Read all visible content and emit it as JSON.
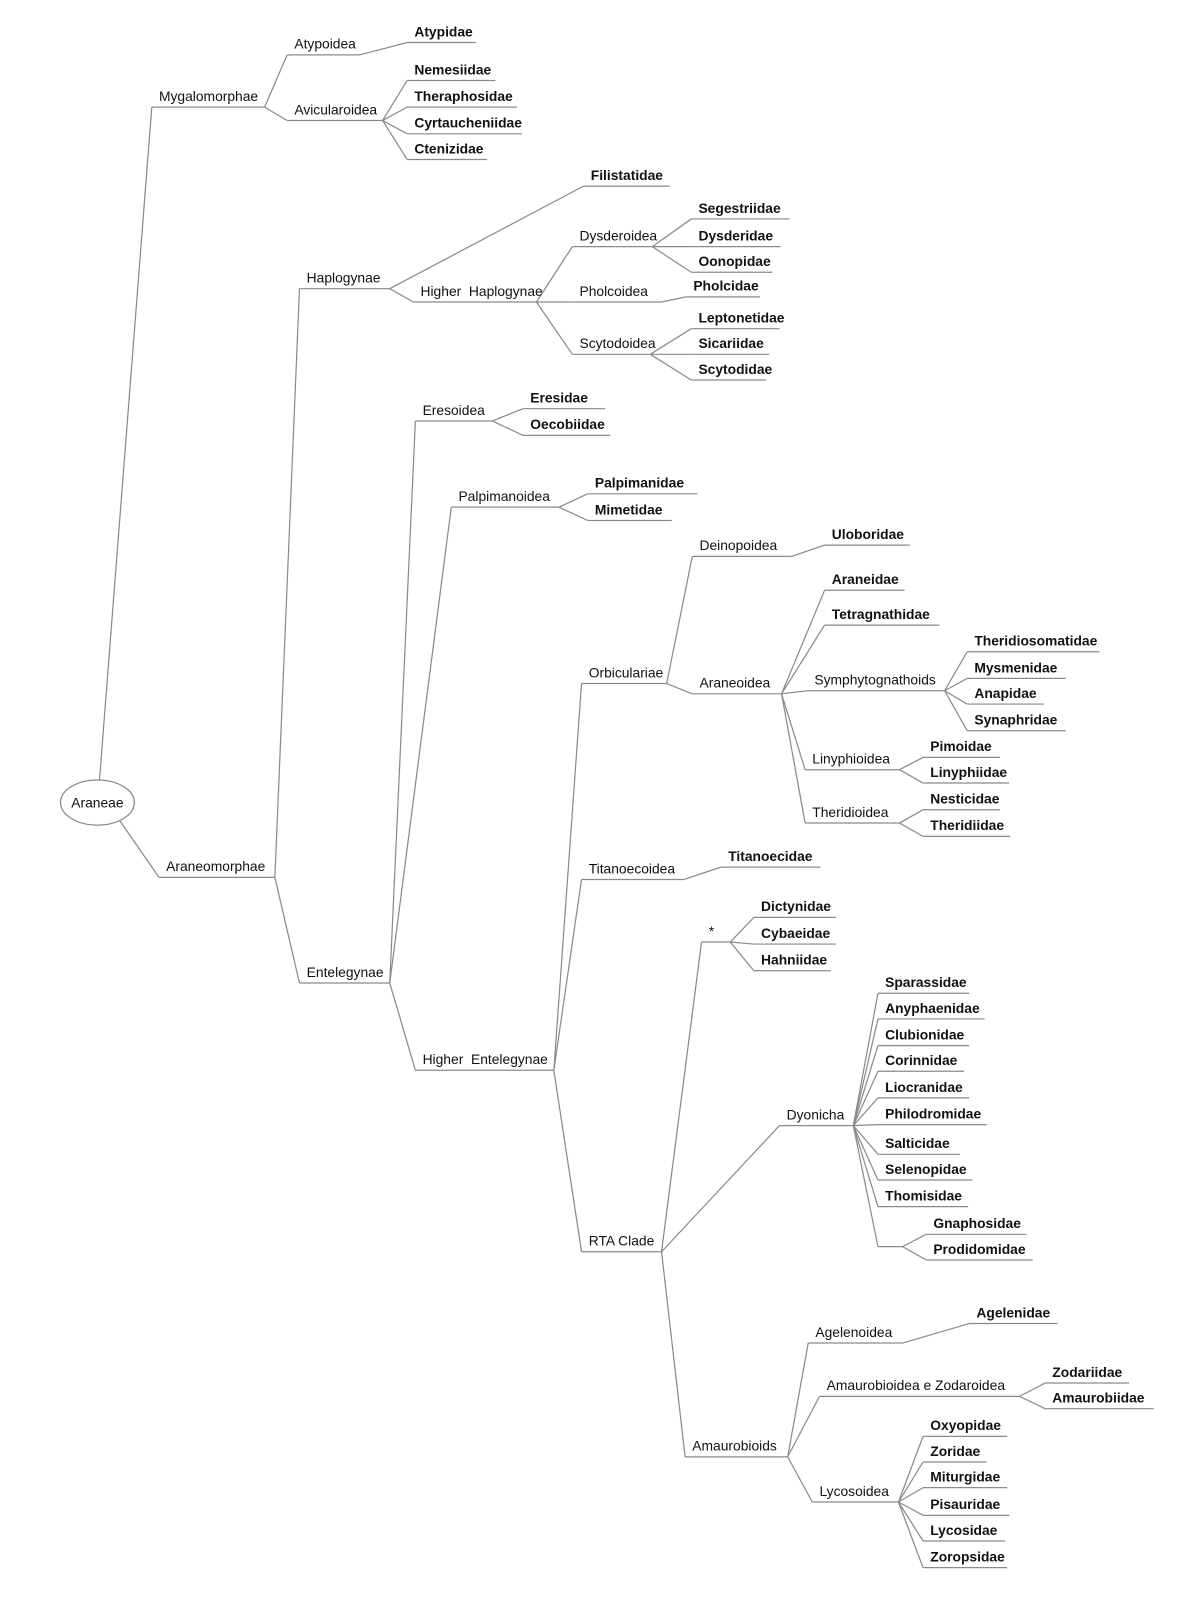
{
  "tree": {
    "label": "Araneae",
    "kind": "root",
    "children": [
      {
        "label": "Mygalomorphae",
        "children": [
          {
            "label": "Atypoidea",
            "children": [
              {
                "label": "Atypidae",
                "kind": "family"
              }
            ]
          },
          {
            "label": "Avicularoidea",
            "children": [
              {
                "label": "Nemesiidae",
                "kind": "family"
              },
              {
                "label": "Theraphosidae",
                "kind": "family"
              },
              {
                "label": "Cyrtaucheniidae",
                "kind": "family"
              },
              {
                "label": "Ctenizidae",
                "kind": "family"
              }
            ]
          }
        ]
      },
      {
        "label": "Araneomorphae",
        "children": [
          {
            "label": "Haplogynae",
            "children": [
              {
                "label": "Filistatidae",
                "kind": "family"
              },
              {
                "label": "Higher  Haplogynae",
                "children": [
                  {
                    "label": "Dysderoidea",
                    "children": [
                      {
                        "label": "Segestriidae",
                        "kind": "family"
                      },
                      {
                        "label": "Dysderidae",
                        "kind": "family"
                      },
                      {
                        "label": "Oonopidae",
                        "kind": "family"
                      }
                    ]
                  },
                  {
                    "label": "Pholcoidea",
                    "children": [
                      {
                        "label": "Pholcidae",
                        "kind": "family"
                      }
                    ]
                  },
                  {
                    "label": "Scytodoidea",
                    "children": [
                      {
                        "label": "Leptonetidae",
                        "kind": "family"
                      },
                      {
                        "label": "Sicariidae",
                        "kind": "family"
                      },
                      {
                        "label": "Scytodidae",
                        "kind": "family"
                      }
                    ]
                  }
                ]
              }
            ]
          },
          {
            "label": "Entelegynae",
            "children": [
              {
                "label": "Eresoidea",
                "children": [
                  {
                    "label": "Eresidae",
                    "kind": "family"
                  },
                  {
                    "label": "Oecobiidae",
                    "kind": "family"
                  }
                ]
              },
              {
                "label": "Palpimanoidea",
                "children": [
                  {
                    "label": "Palpimanidae",
                    "kind": "family"
                  },
                  {
                    "label": "Mimetidae",
                    "kind": "family"
                  }
                ]
              },
              {
                "label": "Higher  Entelegynae",
                "children": [
                  {
                    "label": "Orbiculariae",
                    "children": [
                      {
                        "label": "Deinopoidea",
                        "children": [
                          {
                            "label": "Uloboridae",
                            "kind": "family"
                          }
                        ]
                      },
                      {
                        "label": "Araneoidea",
                        "children": [
                          {
                            "label": "Araneidae",
                            "kind": "family"
                          },
                          {
                            "label": "Tetragnathidae",
                            "kind": "family"
                          },
                          {
                            "label": "Symphytognathoids",
                            "children": [
                              {
                                "label": "Theridiosomatidae",
                                "kind": "family"
                              },
                              {
                                "label": "Mysmenidae",
                                "kind": "family"
                              },
                              {
                                "label": "Anapidae",
                                "kind": "family"
                              },
                              {
                                "label": "Synaphridae",
                                "kind": "family"
                              }
                            ]
                          },
                          {
                            "label": "Linyphioidea",
                            "children": [
                              {
                                "label": "Pimoidae",
                                "kind": "family"
                              },
                              {
                                "label": "Linyphiidae",
                                "kind": "family"
                              }
                            ]
                          },
                          {
                            "label": "Theridioidea",
                            "children": [
                              {
                                "label": "Nesticidae",
                                "kind": "family"
                              },
                              {
                                "label": "Theridiidae",
                                "kind": "family"
                              }
                            ]
                          }
                        ]
                      }
                    ]
                  },
                  {
                    "label": "Titanoecoidea",
                    "children": [
                      {
                        "label": "Titanoecidae",
                        "kind": "family"
                      }
                    ]
                  },
                  {
                    "label": "RTA Clade",
                    "children": [
                      {
                        "label": "*",
                        "children": [
                          {
                            "label": "Dictynidae",
                            "kind": "family"
                          },
                          {
                            "label": "Cybaeidae",
                            "kind": "family"
                          },
                          {
                            "label": "Hahniidae",
                            "kind": "family"
                          }
                        ]
                      },
                      {
                        "label": "Dyonicha",
                        "children": [
                          {
                            "label": "Sparassidae",
                            "kind": "family"
                          },
                          {
                            "label": "Anyphaenidae",
                            "kind": "family"
                          },
                          {
                            "label": "Clubionidae",
                            "kind": "family"
                          },
                          {
                            "label": "Corinnidae",
                            "kind": "family"
                          },
                          {
                            "label": "Liocranidae",
                            "kind": "family"
                          },
                          {
                            "label": "Philodromidae",
                            "kind": "family"
                          },
                          {
                            "label": "Salticidae",
                            "kind": "family"
                          },
                          {
                            "label": "Selenopidae",
                            "kind": "family"
                          },
                          {
                            "label": "Thomisidae",
                            "kind": "family"
                          },
                          {
                            "label": "",
                            "children": [
                              {
                                "label": "Gnaphosidae",
                                "kind": "family"
                              },
                              {
                                "label": "Prodidomidae",
                                "kind": "family"
                              }
                            ]
                          }
                        ]
                      },
                      {
                        "label": "Amaurobioids",
                        "children": [
                          {
                            "label": "Agelenoidea",
                            "children": [
                              {
                                "label": "Agelenidae",
                                "kind": "family"
                              }
                            ]
                          },
                          {
                            "label": "Amaurobioidea e Zodaroidea",
                            "children": [
                              {
                                "label": "Zodariidae",
                                "kind": "family"
                              },
                              {
                                "label": "Amaurobiidae",
                                "kind": "family"
                              }
                            ]
                          },
                          {
                            "label": "Lycosoidea",
                            "children": [
                              {
                                "label": "Oxyopidae",
                                "kind": "family"
                              },
                              {
                                "label": "Zoridae",
                                "kind": "family"
                              },
                              {
                                "label": "Miturgidae",
                                "kind": "family"
                              },
                              {
                                "label": "Pisauridae",
                                "kind": "family"
                              },
                              {
                                "label": "Lycosidae",
                                "kind": "family"
                              },
                              {
                                "label": "Zoropsidae",
                                "kind": "family"
                              }
                            ]
                          }
                        ]
                      }
                    ]
                  }
                ]
              }
            ]
          }
        ]
      }
    ]
  }
}
